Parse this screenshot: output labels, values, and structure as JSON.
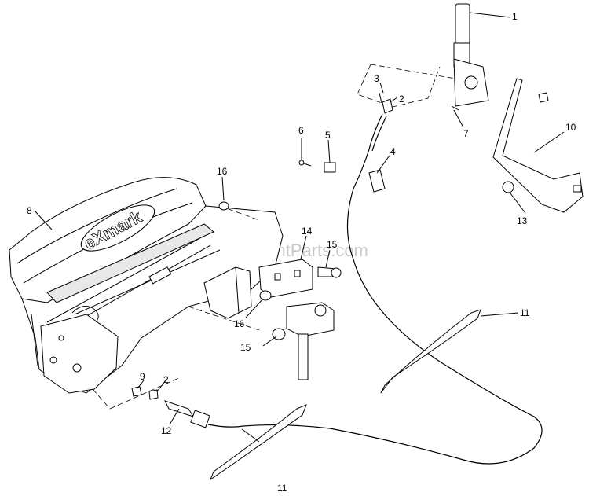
{
  "watermark": "eReplacementParts.com",
  "seat_brand_text": "eXmark",
  "callouts": [
    {
      "id": "c1",
      "text": "1"
    },
    {
      "id": "c2a",
      "text": "2"
    },
    {
      "id": "c3",
      "text": "3"
    },
    {
      "id": "c4",
      "text": "4"
    },
    {
      "id": "c5",
      "text": "5"
    },
    {
      "id": "c6",
      "text": "6"
    },
    {
      "id": "c7",
      "text": "7"
    },
    {
      "id": "c8",
      "text": "8"
    },
    {
      "id": "c9",
      "text": "9"
    },
    {
      "id": "c10",
      "text": "10"
    },
    {
      "id": "c11a",
      "text": "11"
    },
    {
      "id": "c11b",
      "text": "11"
    },
    {
      "id": "c12",
      "text": "12"
    },
    {
      "id": "c13",
      "text": "13"
    },
    {
      "id": "c14",
      "text": "14"
    },
    {
      "id": "c15a",
      "text": "15"
    },
    {
      "id": "c15b",
      "text": "15"
    },
    {
      "id": "c16a",
      "text": "16"
    },
    {
      "id": "c16b",
      "text": "16"
    },
    {
      "id": "c2b",
      "text": "2"
    }
  ]
}
